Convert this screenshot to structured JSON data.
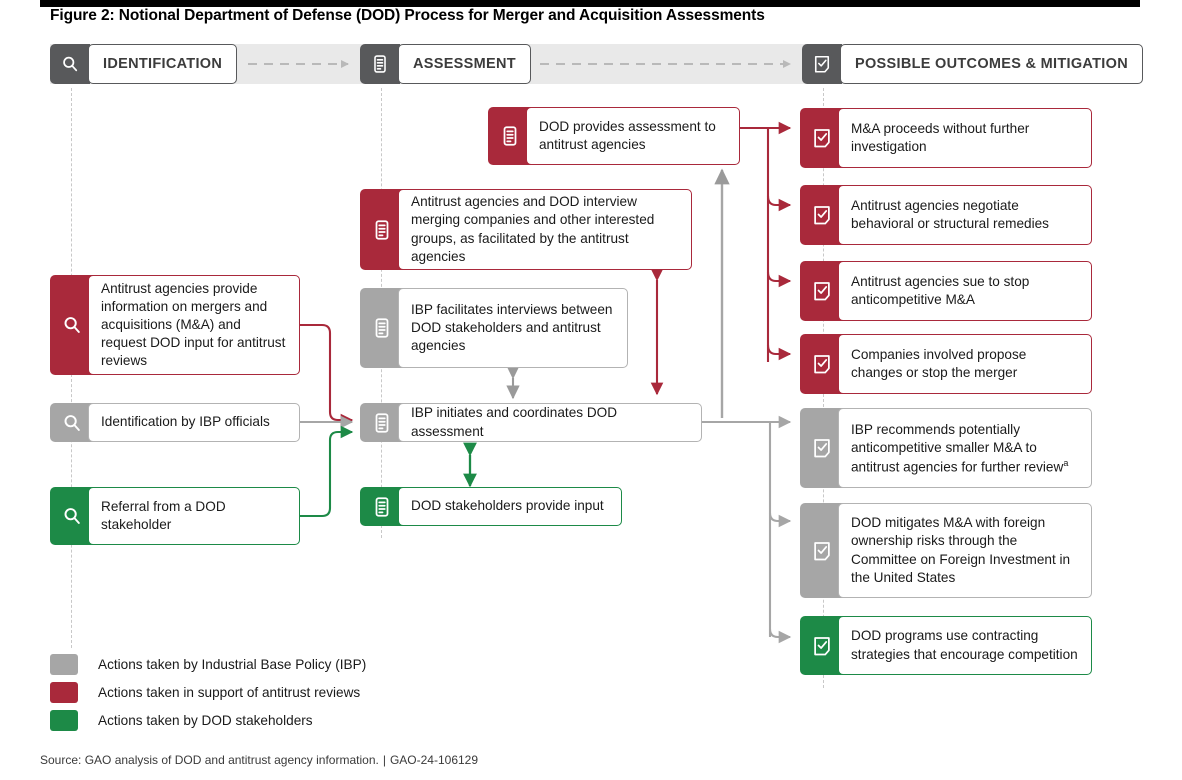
{
  "figure": {
    "title": "Figure 2: Notional Department of Defense (DOD) Process for Merger and Acquisition Assessments",
    "source": "Source: GAO analysis of DOD and antitrust agency information.",
    "separator": "|",
    "report_id": "GAO-24-106129"
  },
  "colors": {
    "gray": "#a6a6a6",
    "red": "#a9293b",
    "green": "#1d8a47",
    "header_band": "#e9e9e9",
    "header_dark": "#58595b"
  },
  "phases": [
    {
      "id": "identification",
      "label": "IDENTIFICATION",
      "icon": "magnifier-icon"
    },
    {
      "id": "assessment",
      "label": "ASSESSMENT",
      "icon": "document-icon"
    },
    {
      "id": "outcomes",
      "label": "POSSIBLE OUTCOMES & MITIGATION",
      "icon": "clipboard-check-icon"
    }
  ],
  "identification_nodes": [
    {
      "id": "antitrust-provide-info",
      "color": "red",
      "icon": "magnifier-icon",
      "text": "Antitrust agencies provide information on mergers and acquisitions (M&A) and request DOD input for antitrust reviews"
    },
    {
      "id": "identification-ibp",
      "color": "gray",
      "icon": "magnifier-icon",
      "text": "Identification by IBP officials"
    },
    {
      "id": "referral-dod",
      "color": "green",
      "icon": "magnifier-icon",
      "text": "Referral from a DOD stakeholder"
    }
  ],
  "assessment_nodes": [
    {
      "id": "dod-provides-assessment",
      "color": "red",
      "icon": "document-icon",
      "text": "DOD provides assessment to antitrust agencies"
    },
    {
      "id": "antitrust-dod-interview",
      "color": "red",
      "icon": "document-icon",
      "text": "Antitrust agencies and DOD interview merging companies and other interested groups, as facilitated by the antitrust agencies"
    },
    {
      "id": "ibp-facilitates",
      "color": "gray",
      "icon": "document-icon",
      "text": "IBP facilitates interviews between DOD stakeholders and antitrust agencies"
    },
    {
      "id": "ibp-initiates",
      "color": "gray",
      "icon": "document-icon",
      "text": "IBP initiates and coordinates DOD assessment"
    },
    {
      "id": "dod-stakeholders-input",
      "color": "green",
      "icon": "document-icon",
      "text": "DOD stakeholders provide input"
    }
  ],
  "outcome_nodes": [
    {
      "id": "ma-proceeds",
      "color": "red",
      "icon": "clipboard-check-icon",
      "text": "M&A proceeds without further investigation"
    },
    {
      "id": "negotiate-remedies",
      "color": "red",
      "icon": "clipboard-check-icon",
      "text": "Antitrust agencies negotiate behavioral or structural remedies"
    },
    {
      "id": "sue-to-stop",
      "color": "red",
      "icon": "clipboard-check-icon",
      "text": "Antitrust agencies sue to stop anticompetitive M&A"
    },
    {
      "id": "companies-propose",
      "color": "red",
      "icon": "clipboard-check-icon",
      "text": "Companies involved propose changes or stop the merger"
    },
    {
      "id": "ibp-recommends",
      "color": "gray",
      "icon": "clipboard-check-icon",
      "text": "IBP recommends potentially anticompetitive smaller M&A to antitrust agencies for further review",
      "footnote": "a"
    },
    {
      "id": "dod-mitigates",
      "color": "gray",
      "icon": "clipboard-check-icon",
      "text": "DOD mitigates M&A with foreign ownership risks through the Committee on Foreign Investment in the United States"
    },
    {
      "id": "contracting-strategies",
      "color": "green",
      "icon": "clipboard-check-icon",
      "text": "DOD programs use contracting strategies that encourage competition"
    }
  ],
  "legend": [
    {
      "id": "legend-gray",
      "color": "#a6a6a6",
      "label": "Actions taken by Industrial Base Policy (IBP)"
    },
    {
      "id": "legend-red",
      "color": "#a9293b",
      "label": "Actions taken in support of antitrust reviews"
    },
    {
      "id": "legend-green",
      "color": "#1d8a47",
      "label": "Actions taken by DOD stakeholders"
    }
  ]
}
